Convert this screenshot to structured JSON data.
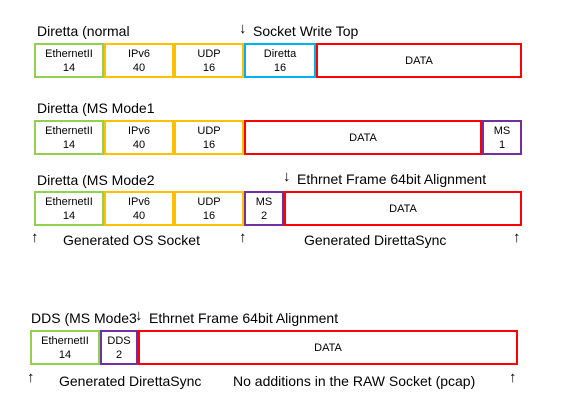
{
  "colors": {
    "ethernet": "#92d050",
    "ip_udp": "#ffc000",
    "diretta": "#00b0f0",
    "data": "#ff0000",
    "ms": "#7030a0"
  },
  "rows": [
    {
      "title": "Diretta (normal",
      "note": "Socket Write Top",
      "fields": [
        {
          "name": "EthernetII",
          "size": "14"
        },
        {
          "name": "IPv6",
          "size": "40"
        },
        {
          "name": "UDP",
          "size": "16"
        },
        {
          "name": "Diretta",
          "size": "16"
        },
        {
          "name": "DATA",
          "size": ""
        }
      ]
    },
    {
      "title": "Diretta (MS Mode1",
      "fields": [
        {
          "name": "EthernetII",
          "size": "14"
        },
        {
          "name": "IPv6",
          "size": "40"
        },
        {
          "name": "UDP",
          "size": "16"
        },
        {
          "name": "DATA",
          "size": ""
        },
        {
          "name": "MS",
          "size": "1"
        }
      ]
    },
    {
      "title": "Diretta (MS Mode2",
      "note": "Ethrnet Frame 64bit Alignment",
      "fields": [
        {
          "name": "EthernetII",
          "size": "14"
        },
        {
          "name": "IPv6",
          "size": "40"
        },
        {
          "name": "UDP",
          "size": "16"
        },
        {
          "name": "MS",
          "size": "2"
        },
        {
          "name": "DATA",
          "size": ""
        }
      ],
      "captions": [
        "Generated OS Socket",
        "Generated DirettaSync"
      ]
    },
    {
      "title": "DDS (MS Mode3",
      "note": "Ethrnet Frame 64bit Alignment",
      "fields": [
        {
          "name": "EthernetII",
          "size": "14"
        },
        {
          "name": "DDS",
          "size": "2"
        },
        {
          "name": "DATA",
          "size": ""
        }
      ],
      "captions": [
        "Generated DirettaSync",
        "No additions in the RAW Socket (pcap)"
      ]
    }
  ]
}
